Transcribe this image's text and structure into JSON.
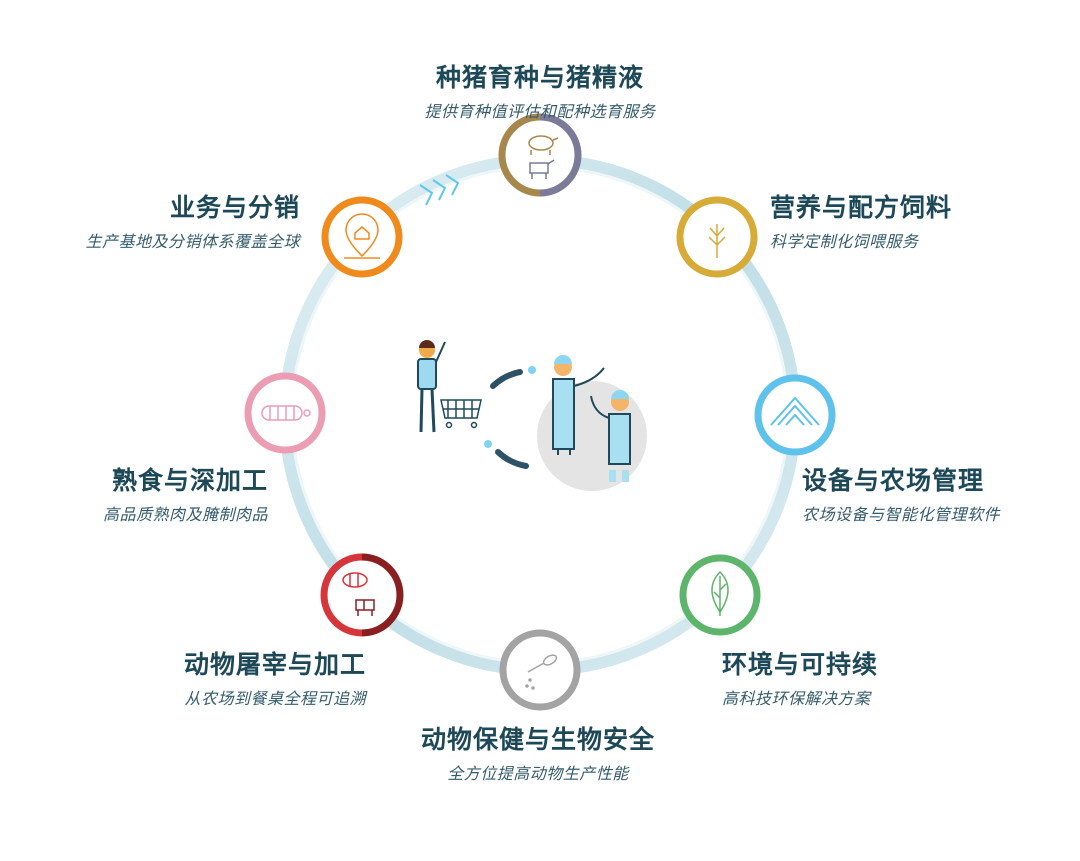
{
  "nodes": [
    {
      "id": "breeding",
      "title": "种猪育种与猪精液",
      "subtitle": "提供育种值评估和配种选育服务",
      "icon": "pig-cow-icon",
      "colors": [
        "#a8874c",
        "#7b7a98"
      ]
    },
    {
      "id": "nutrition",
      "title": "营养与配方饲料",
      "subtitle": "科学定制化饲喂服务",
      "icon": "wheat-icon",
      "colors": [
        "#d6ab38"
      ]
    },
    {
      "id": "equipment",
      "title": "设备与农场管理",
      "subtitle": "农场设备与智能化管理软件",
      "icon": "barn-roof-icon",
      "colors": [
        "#5ec2ea"
      ]
    },
    {
      "id": "environment",
      "title": "环境与可持续",
      "subtitle": "高科技环保解决方案",
      "icon": "leaf-icon",
      "colors": [
        "#5cb56a"
      ]
    },
    {
      "id": "health",
      "title": "动物保健与生物安全",
      "subtitle": "全方位提高动物生产性能",
      "icon": "spoon-powder-icon",
      "colors": [
        "#a3a3a3"
      ]
    },
    {
      "id": "slaughter",
      "title": "动物屠宰与加工",
      "subtitle": "从农场到餐桌全程可追溯",
      "icon": "pig-cow-cuts-icon",
      "colors": [
        "#d6353a",
        "#8a1f22"
      ]
    },
    {
      "id": "deli",
      "title": "熟食与深加工",
      "subtitle": "高品质熟肉及腌制肉品",
      "icon": "ham-sausage-icon",
      "colors": [
        "#eb9db3"
      ]
    },
    {
      "id": "distribution",
      "title": "业务与分销",
      "subtitle": "生产基地及分销体系覆盖全球",
      "icon": "location-pin-icon",
      "colors": [
        "#f18a1c"
      ]
    }
  ]
}
